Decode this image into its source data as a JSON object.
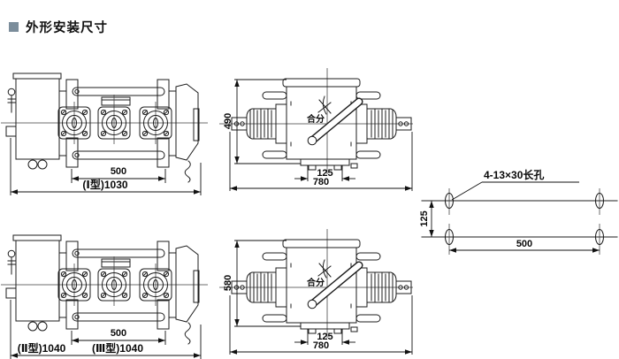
{
  "page": {
    "title": "外形安装尺寸",
    "bullet_color": "#7b8d9b",
    "line_color": "#1c1c1c"
  },
  "front_view_type1": {
    "dim_mount": "500",
    "dim_overall": "(Ⅰ型)1030"
  },
  "side_view_type1": {
    "dim_height": "490",
    "dim_feet": "125",
    "dim_overall": "780",
    "handle_label": "合分"
  },
  "hole_pattern": {
    "label": "4-13×30长孔",
    "dim_vertical": "125",
    "dim_horizontal": "500"
  },
  "front_view_type23": {
    "dim_mount": "500",
    "dim_overall_type2": "(Ⅱ型)1040",
    "dim_overall_type3": "(Ⅲ型)1040"
  },
  "side_view_type23": {
    "dim_height": "580",
    "dim_feet": "125",
    "dim_overall": "780",
    "handle_label": "合分"
  }
}
